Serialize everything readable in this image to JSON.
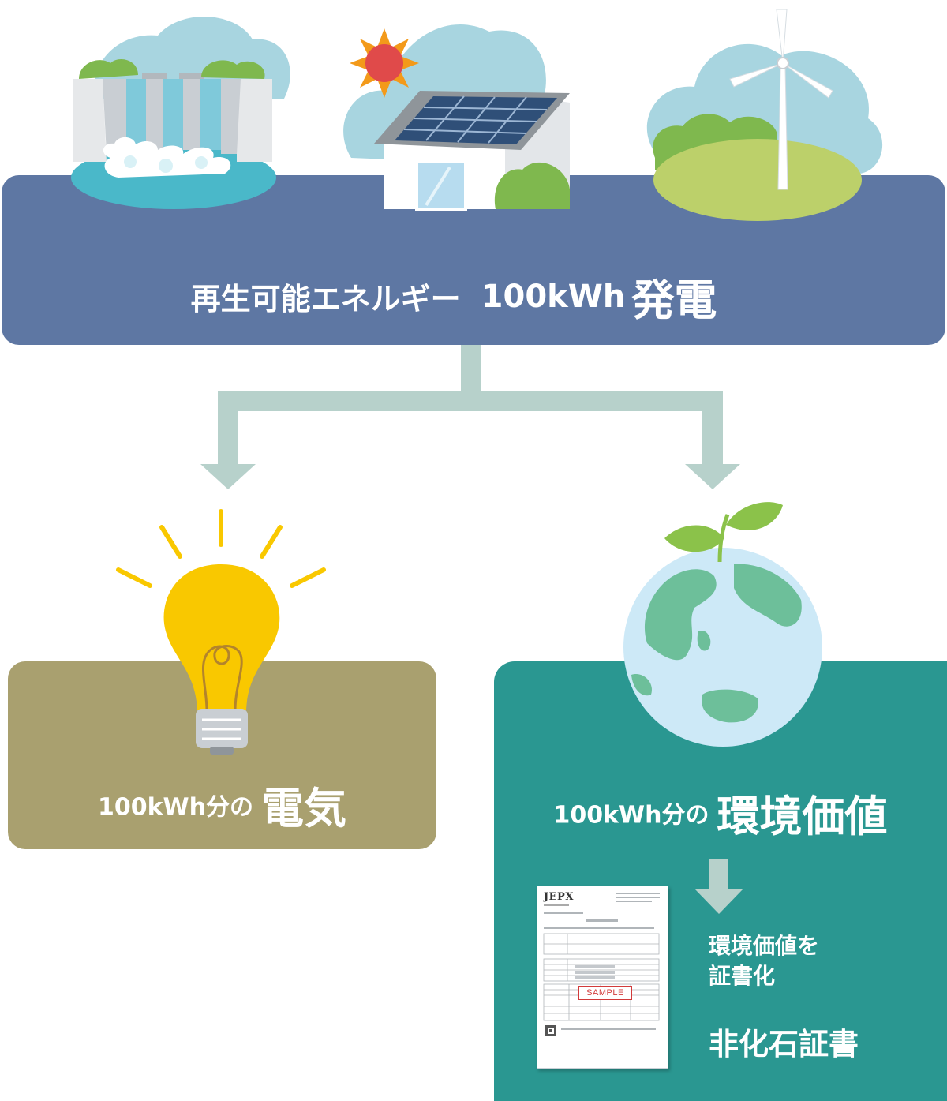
{
  "top_banner": {
    "label": "再生可能エネルギー",
    "amount": "100kWh",
    "action": "発電"
  },
  "left_box": {
    "prefix": "100kWh分の",
    "title": "電気"
  },
  "right_box": {
    "prefix": "100kWh分の",
    "title": "環境価値",
    "caption_line1": "環境価値を",
    "caption_line2": "証書化",
    "certificate_name": "非化石証書"
  },
  "certificate_doc": {
    "logo": "JEPX",
    "stamp": "SAMPLE"
  },
  "colors": {
    "banner": "#5e77a3",
    "electricity_box": "#a9a06f",
    "env_value_box": "#2a9791",
    "arrows": "#b7d1cb",
    "bulb": "#f9c800"
  },
  "icons": [
    "hydro-dam-icon",
    "solar-house-icon",
    "wind-turbine-icon",
    "light-bulb-icon",
    "earth-sprout-icon",
    "certificate-document-icon"
  ]
}
